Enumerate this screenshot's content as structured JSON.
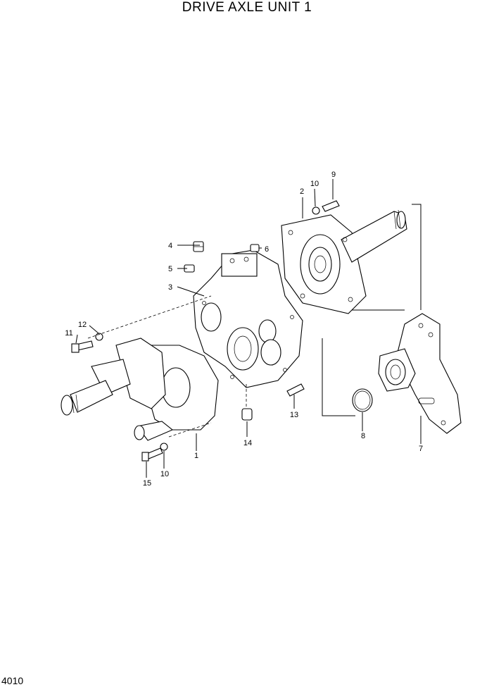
{
  "title": "DRIVE AXLE UNIT 1",
  "page_code": "4010",
  "callouts": {
    "c1": "1",
    "c2": "2",
    "c3": "3",
    "c4": "4",
    "c5": "5",
    "c6": "6",
    "c7": "7",
    "c8": "8",
    "c9": "9",
    "c10a": "10",
    "c10b": "10",
    "c11": "11",
    "c12": "12",
    "c13": "13",
    "c14": "14",
    "c15": "15"
  }
}
